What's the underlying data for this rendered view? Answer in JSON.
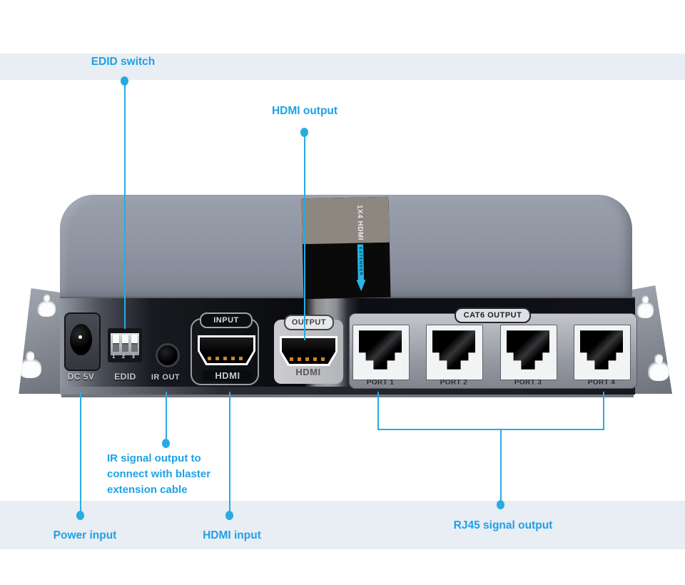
{
  "colors": {
    "accent_blue": "#29abe2",
    "band": "#e9edf4"
  },
  "callouts": {
    "edid_switch": "EDID switch",
    "hdmi_output": "HDMI output",
    "ir_note": "IR signal output to\nconnect with blaster\nextension cable",
    "power_input": "Power input",
    "hdmi_input": "HDMI input",
    "rj45_output": "RJ45 signal output"
  },
  "device": {
    "top_label": {
      "title": "1X4 HDMI",
      "arrow_text": "EXTENDER"
    },
    "panel": {
      "dc_label": "DC 5V",
      "dip_label": "EDID",
      "dip_numbers": "1 2 3",
      "ir_label": "IR OUT",
      "input_tag": "INPUT",
      "input_hdmi": "HDMI",
      "output_tag": "OUTPUT",
      "output_hdmi": "HDMI",
      "cat6_tag": "CAT6 OUTPUT",
      "port_labels": [
        "PORT 1",
        "PORT 2",
        "PORT 3",
        "PORT 4"
      ]
    }
  }
}
